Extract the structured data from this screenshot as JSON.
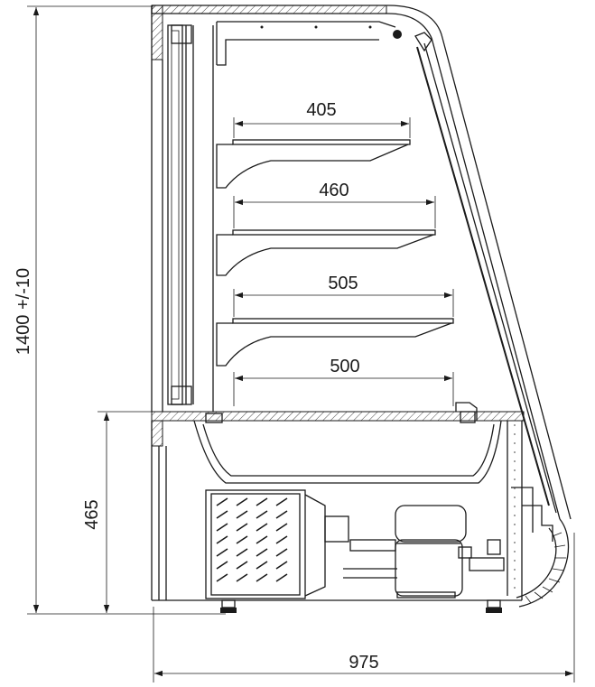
{
  "dimensions": {
    "total_height": "1400 +/-10",
    "base_height": "465",
    "total_depth": "975",
    "shelves": [
      "405",
      "460",
      "505",
      "500"
    ]
  },
  "colors": {
    "line": "#1a1a1a",
    "background": "#ffffff"
  }
}
